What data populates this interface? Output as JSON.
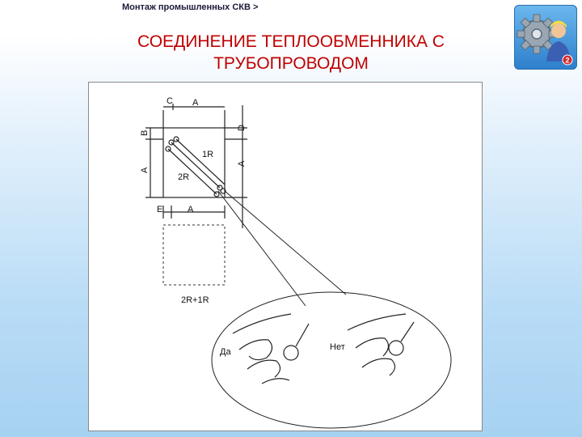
{
  "header": {
    "breadcrumb": "Монтаж промышленных СКВ >",
    "title_line1": "СОЕДИНЕНИЕ ТЕПЛООБМЕННИКА С",
    "title_line2": "ТРУБОПРОВОДОМ"
  },
  "logo": {
    "icon": "gear-worker-icon",
    "badge": "2"
  },
  "diagram": {
    "dim_labels": [
      "C",
      "A",
      "B",
      "D",
      "A",
      "A",
      "E",
      "A"
    ],
    "coil_labels": [
      "1R",
      "2R"
    ],
    "bottom_label": "2R+1R",
    "zoom_labels": {
      "yes": "Да",
      "no": "Нет"
    }
  },
  "colors": {
    "title": "#c00000",
    "background_bottom": "#a6d2f2"
  }
}
